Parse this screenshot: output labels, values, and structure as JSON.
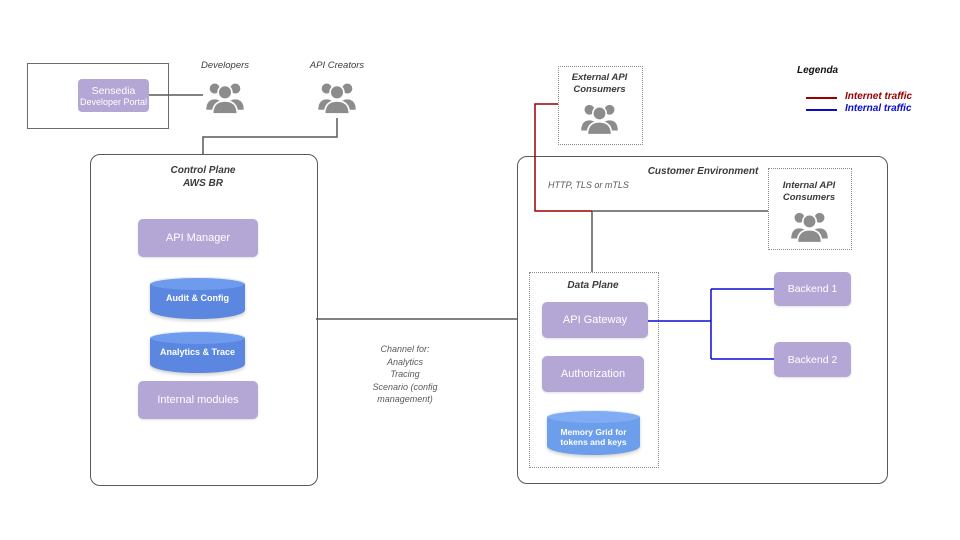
{
  "colors": {
    "node_fill": "#B4A7D6",
    "cylinder_fill": "#5C87E0",
    "internet_traffic": "#990000",
    "internal_traffic": "#0B0BD0",
    "line_gray": "#595959"
  },
  "portal": {
    "name": "Sensedia",
    "subtitle": "Developer Portal"
  },
  "actors": {
    "developers": "Developers",
    "api_creators": "API Creators"
  },
  "external_consumers": {
    "title1": "External API",
    "title2": "Consumers"
  },
  "legend": {
    "title": "Legenda",
    "items": [
      {
        "label": "Internet traffic",
        "color": "#990000"
      },
      {
        "label": "Internal traffic",
        "color": "#0B0BD0"
      }
    ]
  },
  "control_plane": {
    "title1": "Control Plane",
    "title2": "AWS BR",
    "api_manager": "API Manager",
    "audit_config": "Audit & Config",
    "analytics_trace": "Analytics & Trace",
    "internal_modules": "Internal modules"
  },
  "channel_note": {
    "line1": "Channel  for:",
    "line2": "Analytics",
    "line3": "Tracing",
    "line4": "Scenario (config",
    "line5": "management)"
  },
  "customer_env": {
    "title": "Customer Environment",
    "protocol_note": "HTTP, TLS or mTLS",
    "internal_consumers": {
      "title1": "Internal API",
      "title2": "Consumers"
    },
    "backend1": "Backend 1",
    "backend2": "Backend 2"
  },
  "data_plane": {
    "title": "Data Plane",
    "api_gateway": "API Gateway",
    "authorization": "Authorization",
    "memory_grid1": "Memory Grid for",
    "memory_grid2": "tokens and keys"
  }
}
